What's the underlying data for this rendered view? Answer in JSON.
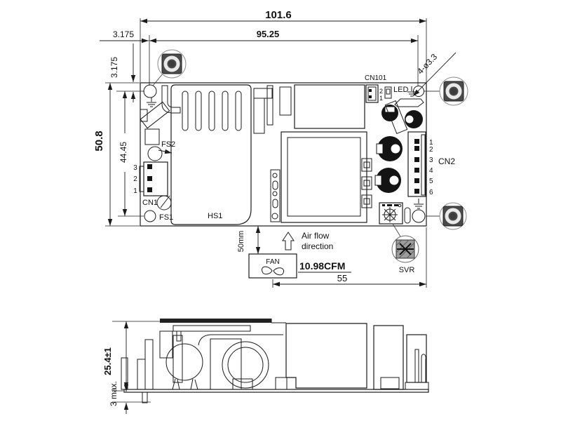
{
  "top_view": {
    "dims": {
      "total_width": "101.6",
      "hole_span_width": "95.25",
      "hole_offset_left": "3.175",
      "hole_offset_top": "3.175",
      "total_height": "50.8",
      "hole_span_height": "44.45",
      "hole_callout": "4-ø3.3",
      "fan_clearance": "50mm",
      "fan_center_to_edge": "55"
    },
    "labels": {
      "cn101": "CN101",
      "led": "LED",
      "cn2": "CN2",
      "cn1": "CN1",
      "fs1": "FS1",
      "fs2": "FS2",
      "hs1": "HS1",
      "svr": "SVR",
      "fan": "FAN",
      "air_flow_line1": "Air flow",
      "air_flow_line2": "direction",
      "air_flow_rate": "10.98CFM"
    },
    "cn1_pins": [
      "3",
      "2",
      "1"
    ],
    "cn101_pins": [
      "2",
      "1"
    ],
    "cn2_pins": [
      "1",
      "2",
      "3",
      "4",
      "5",
      "6"
    ]
  },
  "side_view": {
    "overall_height": "25.4±1",
    "pin_length": "3 max."
  }
}
